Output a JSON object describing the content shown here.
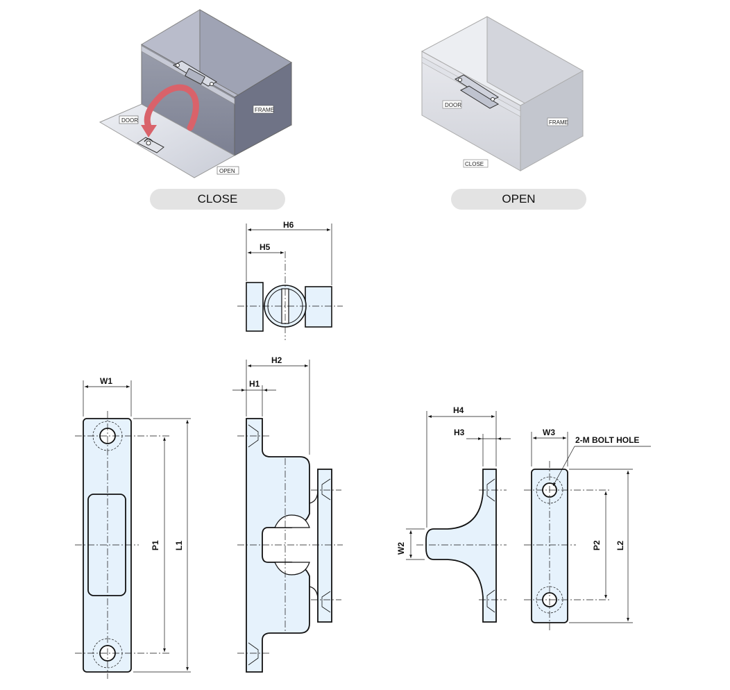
{
  "illustrations": {
    "close": {
      "door_label": "DOOR",
      "frame_label": "FRAME",
      "state_label": "OPEN",
      "caption": "CLOSE"
    },
    "open": {
      "door_label": "DOOR",
      "frame_label": "FRAME",
      "state_label": "CLOSE",
      "caption": "OPEN"
    }
  },
  "dimensions": {
    "h6": "H6",
    "h5": "H5",
    "h2": "H2",
    "h1": "H1",
    "w1": "W1",
    "p1": "P1",
    "l1": "L1",
    "h4": "H4",
    "h3": "H3",
    "w2": "W2",
    "w3": "W3",
    "p2": "P2",
    "l2": "L2",
    "bolt_hole": "2-M BOLT HOLE"
  },
  "colors": {
    "part_fill": "#e6f2fc",
    "arrow": "#d9626a",
    "box_dark": "#8a8e9e",
    "box_light": "#dcdde2"
  }
}
